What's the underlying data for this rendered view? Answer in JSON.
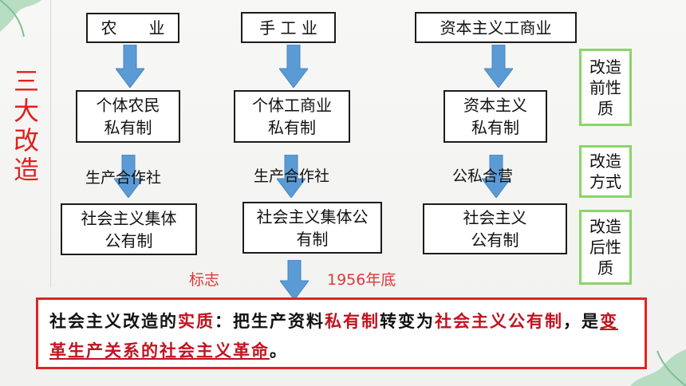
{
  "side_title": "三大改造",
  "colors": {
    "arrow": "#5b9bd5",
    "accent_red": "#c1121f",
    "green_border": "#8bd46a",
    "title_red": "#e21f1f"
  },
  "columns": [
    {
      "top": "农　　业",
      "middle": "个体农民\n私有制",
      "method": "生产合作社",
      "bottom": "社会主义集体\n公有制"
    },
    {
      "top": "手 工 业",
      "middle": "个体工商业\n私有制",
      "method": "生产合作社",
      "bottom": "社会主义集体公\n有制"
    },
    {
      "top": "资本主义工商业",
      "middle": "资本主义\n私有制",
      "method": "公私合营",
      "bottom": "社会主义\n公有制"
    }
  ],
  "right_labels": [
    "改造\n前性\n质",
    "改造\n方式",
    "改造\n后性\n质"
  ],
  "center": {
    "left_label": "标志",
    "right_label": "1956年底"
  },
  "conclusion": {
    "p1": "社会主义改造的",
    "p2": "实质",
    "p3": "：把生产资料",
    "p4": "私有制",
    "p5": "转变为",
    "p6": "社会主义公有制",
    "p7": "，是",
    "p8": "变革生产关系的社会主义革命",
    "p9": "。"
  }
}
